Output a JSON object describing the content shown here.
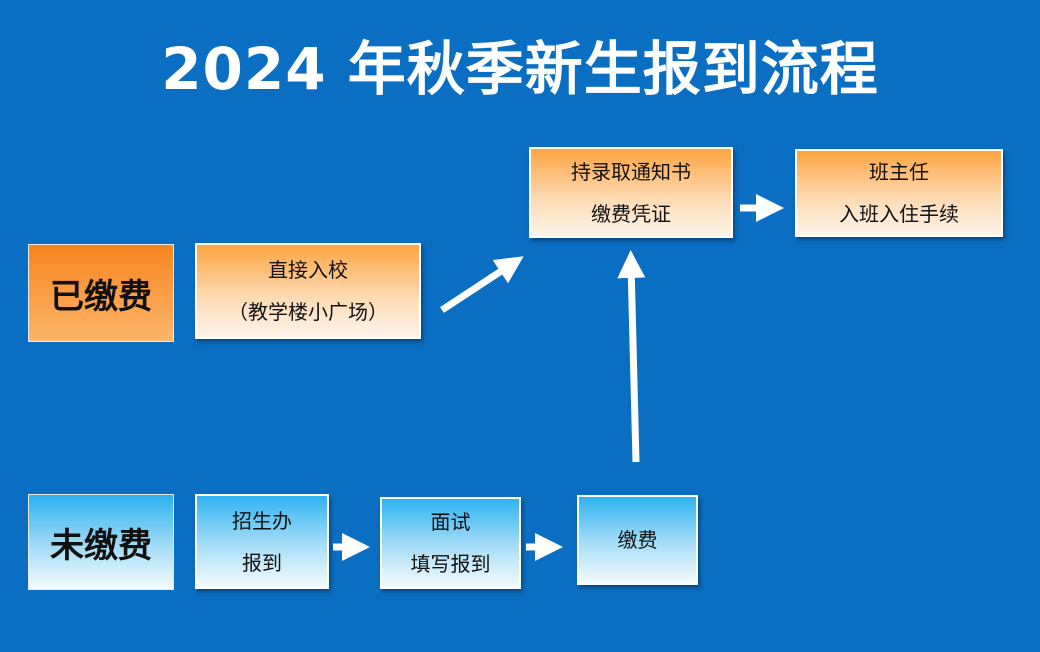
{
  "title": "2024 年秋季新生报到流程",
  "labels": {
    "paid": "已缴费",
    "unpaid": "未缴费"
  },
  "paid_flow": {
    "direct_entry": {
      "line1": "直接入校",
      "line2": "（教学楼小广场）"
    },
    "certificate": {
      "line1": "持录取通知书",
      "line2": "缴费凭证"
    },
    "class_teacher": {
      "line1": "班主任",
      "line2": "入班入住手续"
    }
  },
  "unpaid_flow": {
    "admissions": {
      "line1": "招生办",
      "line2": "报到"
    },
    "interview": {
      "line1": "面试",
      "line2": "填写报到"
    },
    "payment": {
      "line1": "缴费"
    }
  },
  "colors": {
    "background": "#0a6fc2",
    "paid_accent": "#f7851f",
    "unpaid_accent": "#2cb0f0"
  }
}
